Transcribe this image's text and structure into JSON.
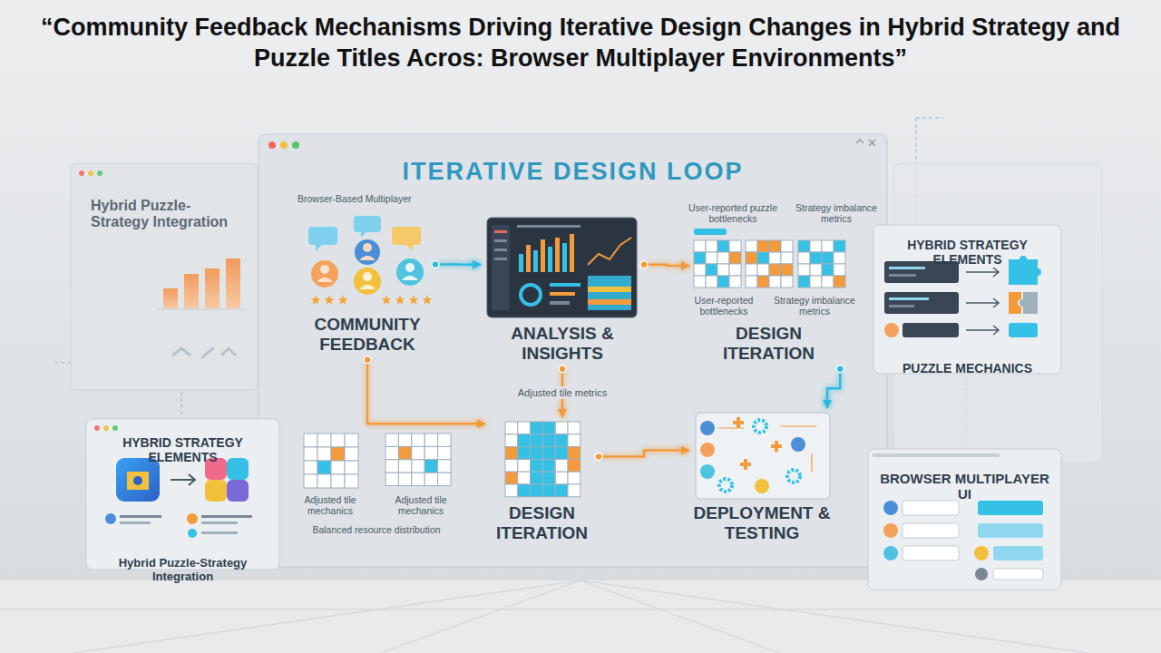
{
  "diagram": {
    "title": "“Community Feedback Mechanisms Driving Iterative Design Changes in Hybrid Strategy and Puzzle Titles Acros: Browser Multiplayer Environments”",
    "nodes": [
      {
        "text": [
          "Hybrid Puzzle-Strategy Integration"
        ]
      },
      {
        "text": [
          "ITERATIVE DESIGN LOOP"
        ]
      },
      {
        "text": [
          "COMMUNITY FEEDBACK"
        ],
        "in": 1
      },
      {
        "text": [
          "ANALYSIS & INSIGHTS"
        ],
        "in": 1
      },
      {
        "text": [
          "DESIGN ITERATION"
        ],
        "in": 1
      },
      {
        "text": [
          "DESIGN ITERATION"
        ],
        "in": 1
      },
      {
        "text": [
          "DEPLOYMENT & TESTING"
        ],
        "in": 1
      },
      {
        "text": [
          "HYBRID STRATEGY ELEMENTS",
          "PUZZLE MECHANICS"
        ]
      },
      {
        "text": [
          "HYBRID STRATEGY ELEMENTS",
          "Hybrid Puzzle-Strategy Integration"
        ]
      },
      {
        "text": [
          "BROWSER MULTIPLAYER UI"
        ]
      }
    ],
    "edges": [
      {
        "from": 2,
        "to": 3,
        "arrow": "to"
      },
      {
        "from": 3,
        "to": 4,
        "arrow": "to"
      },
      {
        "from": 4,
        "to": 6,
        "arrow": "to"
      },
      {
        "from": 2,
        "to": 5,
        "arrow": "to"
      },
      {
        "from": 3,
        "to": 5,
        "arrow": "to",
        "label": "Adjusted tile metrics"
      },
      {
        "from": 5,
        "to": 6,
        "arrow": "to"
      }
    ],
    "labels": [
      "Browser-Based Multiplayer",
      "User-reported puzzle bottlenecks",
      "Strategy imbalance metrics",
      "User-reported bottlenecks",
      "Strategy imbalance metrics",
      "Adjusted tile mechanics",
      "Adjusted tile mechanics",
      "Balanced resource distribution"
    ]
  }
}
